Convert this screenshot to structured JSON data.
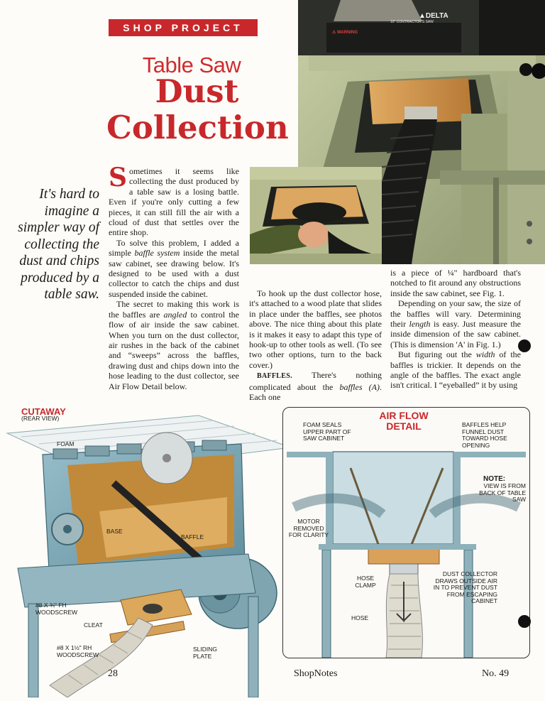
{
  "header": {
    "section": "SHOP PROJECT"
  },
  "title": {
    "line1": "Table Saw",
    "line2": "Dust",
    "line3": "Collection"
  },
  "pull_quote": "It's hard to imagine a simpler way of collecting the dust and chips produced by a table saw.",
  "body": {
    "col1": {
      "dropcap": "S",
      "p1": "ometimes it seems like collecting the dust produced by a table saw is a losing battle. Even if you're only cutting a few pieces, it can still fill the air with a cloud of dust that settles over the entire shop.",
      "p2_a": "To solve this problem, I added a simple ",
      "p2_em": "baffle system",
      "p2_b": " inside the metal saw cabinet, see drawing below. It's designed to be used with a dust collector to catch the chips and dust suspended inside the cabinet.",
      "p3_a": "The secret to making this work is the baffles are ",
      "p3_em": "angled",
      "p3_b": " to control the flow of air inside the saw cabinet. When you turn on the dust collector, air rushes in the back of the cabinet and “sweeps” across the baffles, drawing dust and chips down into the hose leading to the dust collector, see Air Flow Detail below."
    },
    "col2": {
      "p1": "To hook up the dust collector hose, it's attached to a wood plate that slides in place under the baffles, see photos above. The nice thing about this plate is it makes it easy to adapt this type of hook-up to other tools as well. (To see two other options, turn to the back cover.)",
      "p2_head": "BAFFLES.",
      "p2_a": " There's nothing complicated about the ",
      "p2_em": "baffles (A)",
      "p2_b": ". Each one"
    },
    "col3": {
      "p1": "is a piece of ¼\" hardboard that's notched to fit around any obstructions inside the saw cabinet, see Fig. 1.",
      "p2_a": "Depending on your saw, the size of the baffles will vary. Determining their ",
      "p2_em": "length",
      "p2_b": " is easy. Just measure the inside dimension of the saw cabinet. (This is dimension 'A' in Fig. 1.)",
      "p3_a": "But figuring out the ",
      "p3_em": "width",
      "p3_b": " of the baffles is trickier. It depends on the angle of the baffles. The exact angle isn't critical. I “eyeballed” it by using"
    }
  },
  "photo_top": {
    "brand": "▲DELTA",
    "warning": "⚠ WARNING",
    "model": "10\" CONTRACTOR'S SAW"
  },
  "cutaway": {
    "title": "CUTAWAY",
    "subtitle": "(REAR VIEW)",
    "labels": {
      "foam": "FOAM",
      "base": "BASE",
      "baffle": "BAFFLE",
      "fh_screw": "#8 x ¾\" Fh WOODSCREW",
      "cleat": "CLEAT",
      "rh_screw": "#8 x 1½\" Rh WOODSCREW",
      "sliding_plate": "SLIDING PLATE"
    }
  },
  "airflow": {
    "title": "AIR FLOW DETAIL",
    "labels": {
      "foam_seals": "FOAM SEALS UPPER PART OF SAW CABINET",
      "baffles_help": "BAFFLES HELP FUNNEL DUST TOWARD HOSE OPENING",
      "note_head": "NOTE:",
      "note_body": "VIEW IS FROM BACK OF TABLE SAW",
      "motor_removed": "MOTOR REMOVED FOR CLARITY",
      "hose_clamp": "HOSE CLAMP",
      "hose": "HOSE",
      "collector": "DUST COLLECTOR DRAWS OUTSIDE AIR IN TO PREVENT DUST FROM ESCAPING CABINET"
    }
  },
  "footer": {
    "page": "28",
    "magazine": "ShopNotes",
    "issue": "No. 49"
  },
  "colors": {
    "accent_red": "#c8282b",
    "cabinet_blue": "#7aa3b1",
    "wood": "#d9a15a"
  }
}
